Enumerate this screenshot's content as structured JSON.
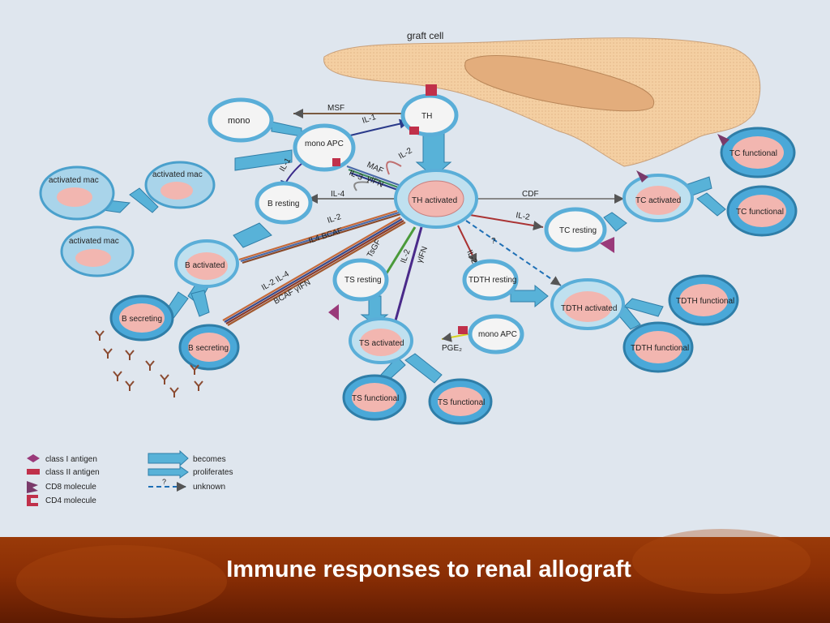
{
  "title": "Immune responses to renal allograft",
  "graft_label": "graft cell",
  "colors": {
    "graft": "#f4cfa2",
    "cell_fill": "#f4f4f4",
    "cell_edge": "#5aaed8",
    "nucleus": "#f2b6b0",
    "arrow_blue": "#58b2d8",
    "banner": "#8a2e05",
    "background": "#dfe6ee"
  },
  "cells": {
    "mono": "mono",
    "mono_apc": "mono APC",
    "th_resting": "TH",
    "th_activated": "TH activated",
    "b_resting": "B resting",
    "b_activated": "B activated",
    "b_secreting_1": "B secreting",
    "b_secreting_2": "B secreting",
    "mac_1": "activated mac",
    "mac_2": "activated mac",
    "mac_3": "activated mac",
    "tc_resting": "TC resting",
    "tc_activated": "TC activated",
    "tc_functional_1": "TC functional",
    "tc_functional_2": "TC functional",
    "ts_resting": "TS resting",
    "ts_activated": "TS activated",
    "ts_functional_1": "TS functional",
    "ts_functional_2": "TS functional",
    "tdth_resting": "TDTH resting",
    "tdth_activated": "TDTH activated",
    "tdth_functional_1": "TDTH functional",
    "tdth_functional_2": "TDTH functional",
    "mono_apc_2": "mono APC"
  },
  "signals": {
    "msf": "MSF",
    "il1_top": "IL-1",
    "il2_top": "IL-2",
    "maf": "MAF",
    "il3": "IL-3",
    "yifn_1": "γIFN",
    "il1_left": "IL-1",
    "il4_b": "IL-4",
    "cdf": "CDF",
    "il2_tc": "IL-2",
    "il2_b": "IL-2",
    "il4_bcaf": "IL4  BCAF",
    "il2_il4": "IL-2  IL-4",
    "bcaf_yifn": "BCAF   γIFN",
    "tsgf": "TsGF",
    "il2_ts": "IL-2",
    "yifn_ts": "γIFN",
    "il2_tdth": "IL-2",
    "q1": "?",
    "pge2": "PGE₂"
  },
  "legend": [
    {
      "icon": "class-i-antigen-icon",
      "label": "class I antigen"
    },
    {
      "icon": "class-ii-antigen-icon",
      "label": "class II antigen"
    },
    {
      "icon": "cd8-molecule-icon",
      "label": "CD8 molecule"
    },
    {
      "icon": "cd4-molecule-icon",
      "label": "CD4 molecule"
    },
    {
      "icon": "becomes-icon",
      "label": "becomes"
    },
    {
      "icon": "proliferates-icon",
      "label": "proliferates"
    },
    {
      "icon": "unknown-icon",
      "label": "unknown",
      "marker": "?"
    }
  ]
}
